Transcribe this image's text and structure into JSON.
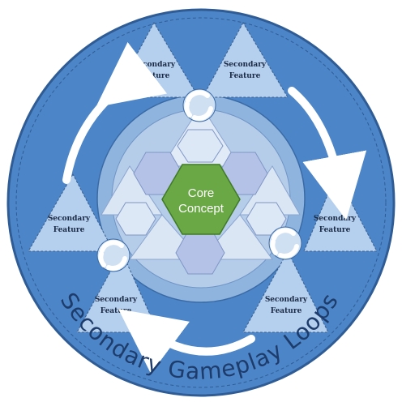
{
  "diagram": {
    "ring_title": "Secondary Gameplay Loops",
    "core_label_line1": "Core",
    "core_label_line2": "Concept",
    "feature_line1": "Secondary",
    "feature_line2": "Feature",
    "colors": {
      "outer_ring": "#4c86c8",
      "middle_disc": "#8fb5de",
      "inner_disc": "#b6cdea",
      "triangle": "#b5d0ee",
      "hex_light": "#dde8f6",
      "hex_mid": "#b3c2e6",
      "core_hex": "#6aa845",
      "arrow": "#ffffff",
      "ring_text": "#1e3c6b"
    },
    "icons": [
      "cycle-arrows-icon",
      "curved-arrow-icon"
    ]
  }
}
